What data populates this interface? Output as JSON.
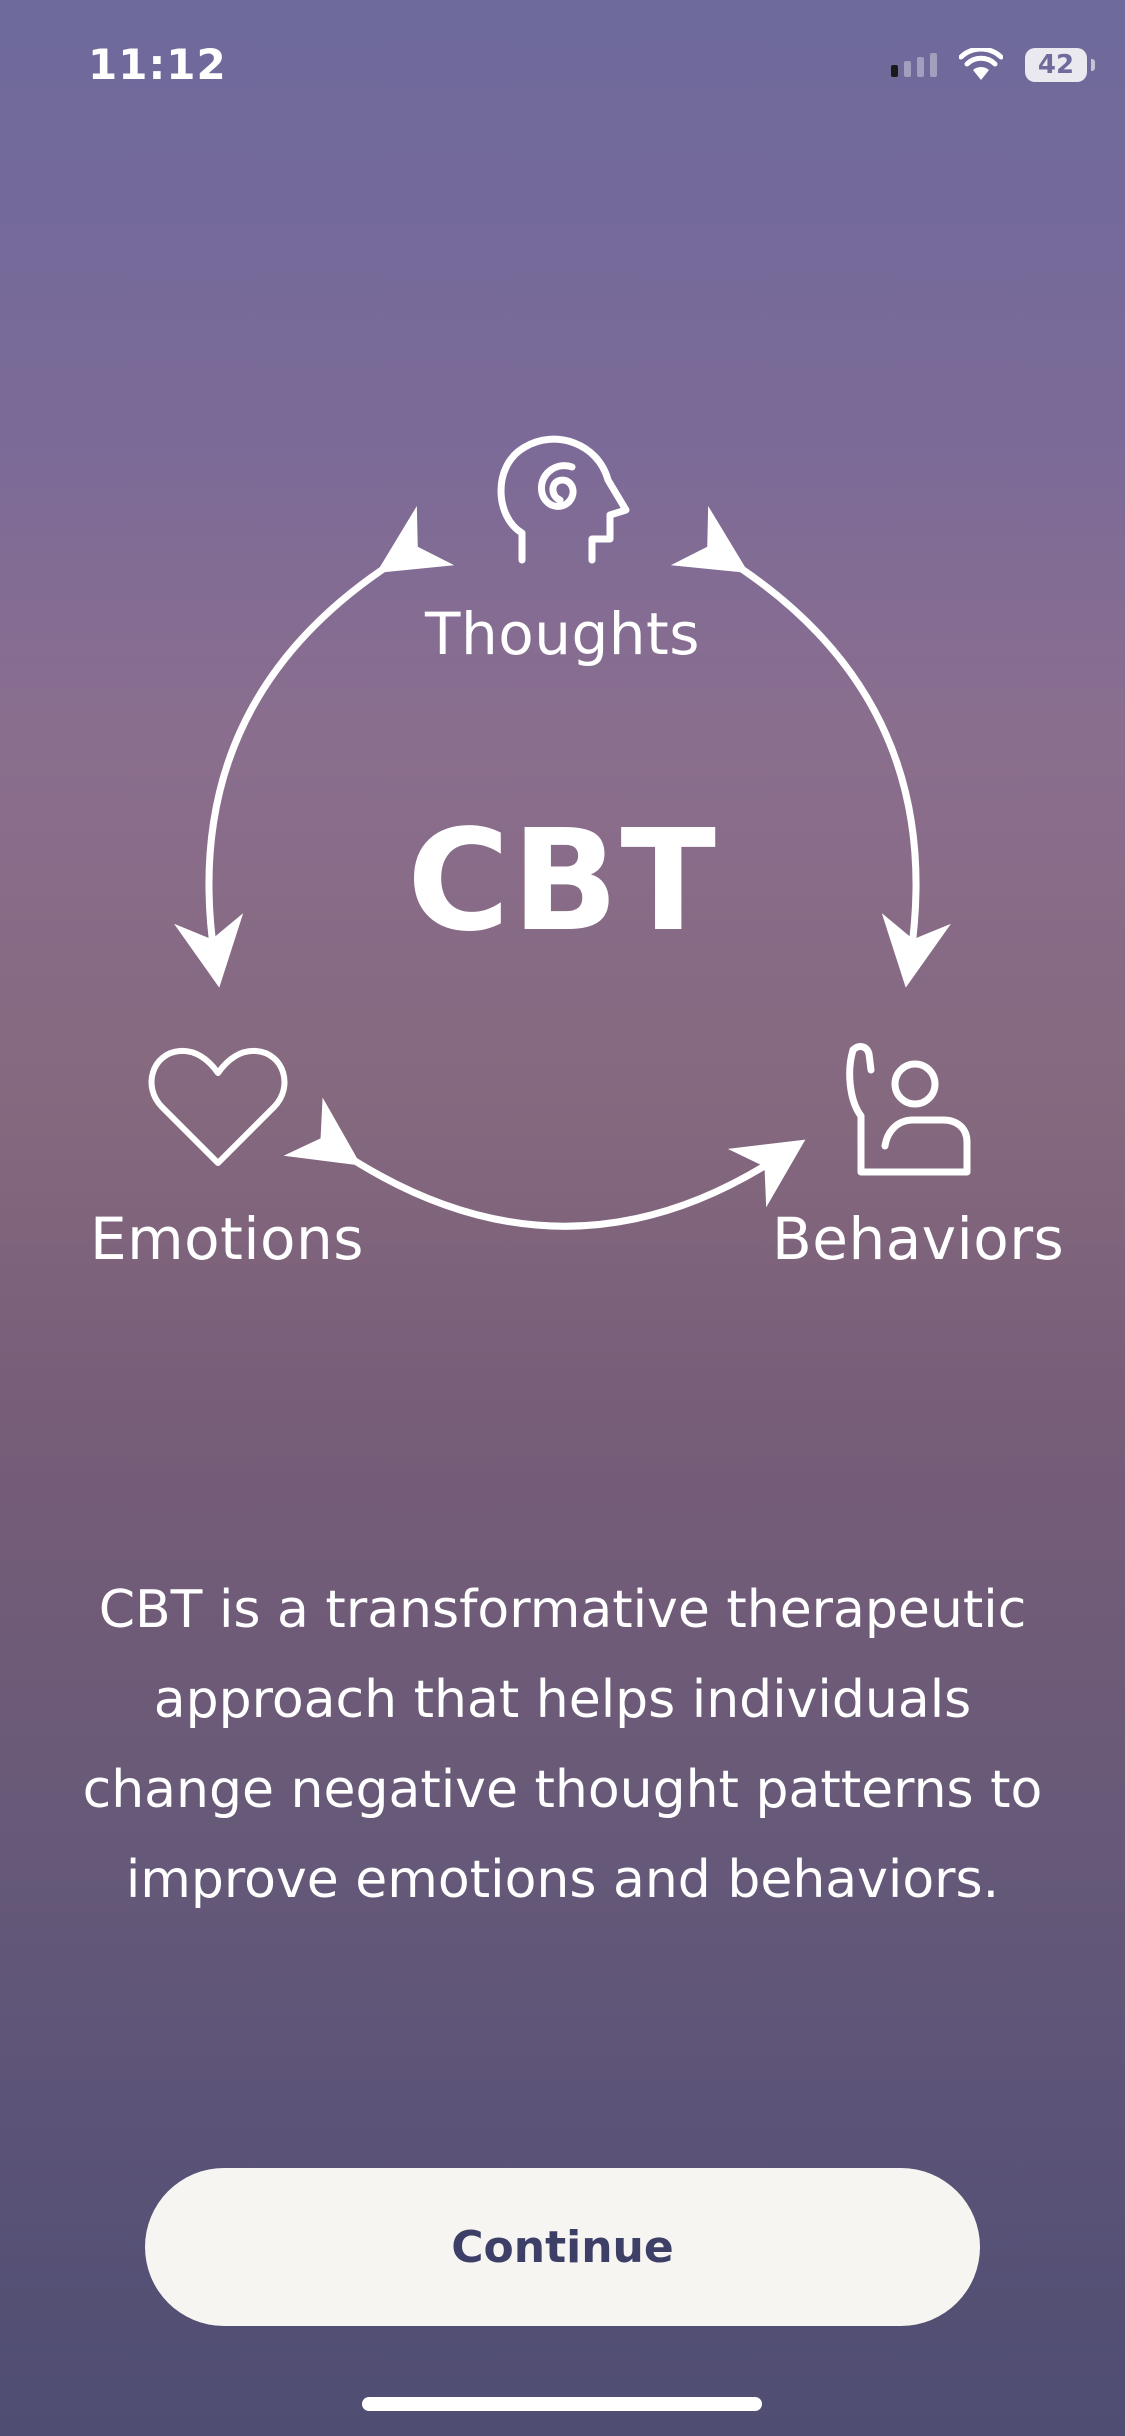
{
  "status_bar": {
    "time": "11:12",
    "battery": "42"
  },
  "diagram": {
    "center_title": "CBT",
    "nodes": {
      "thoughts": {
        "label": "Thoughts",
        "icon": "head-spiral-icon"
      },
      "emotions": {
        "label": "Emotions",
        "icon": "heart-icon"
      },
      "behaviors": {
        "label": "Behaviors",
        "icon": "person-raised-hand-icon"
      }
    }
  },
  "description": "CBT is a transformative therapeutic approach that helps individuals change negative thought patterns to improve emotions and behaviors.",
  "actions": {
    "continue_label": "Continue"
  },
  "colors": {
    "background_top": "#6e6a9c",
    "background_mid": "#85697f",
    "background_bottom": "#4f4d72",
    "button_bg": "#f6f5f2",
    "button_text": "#3d3f66"
  }
}
